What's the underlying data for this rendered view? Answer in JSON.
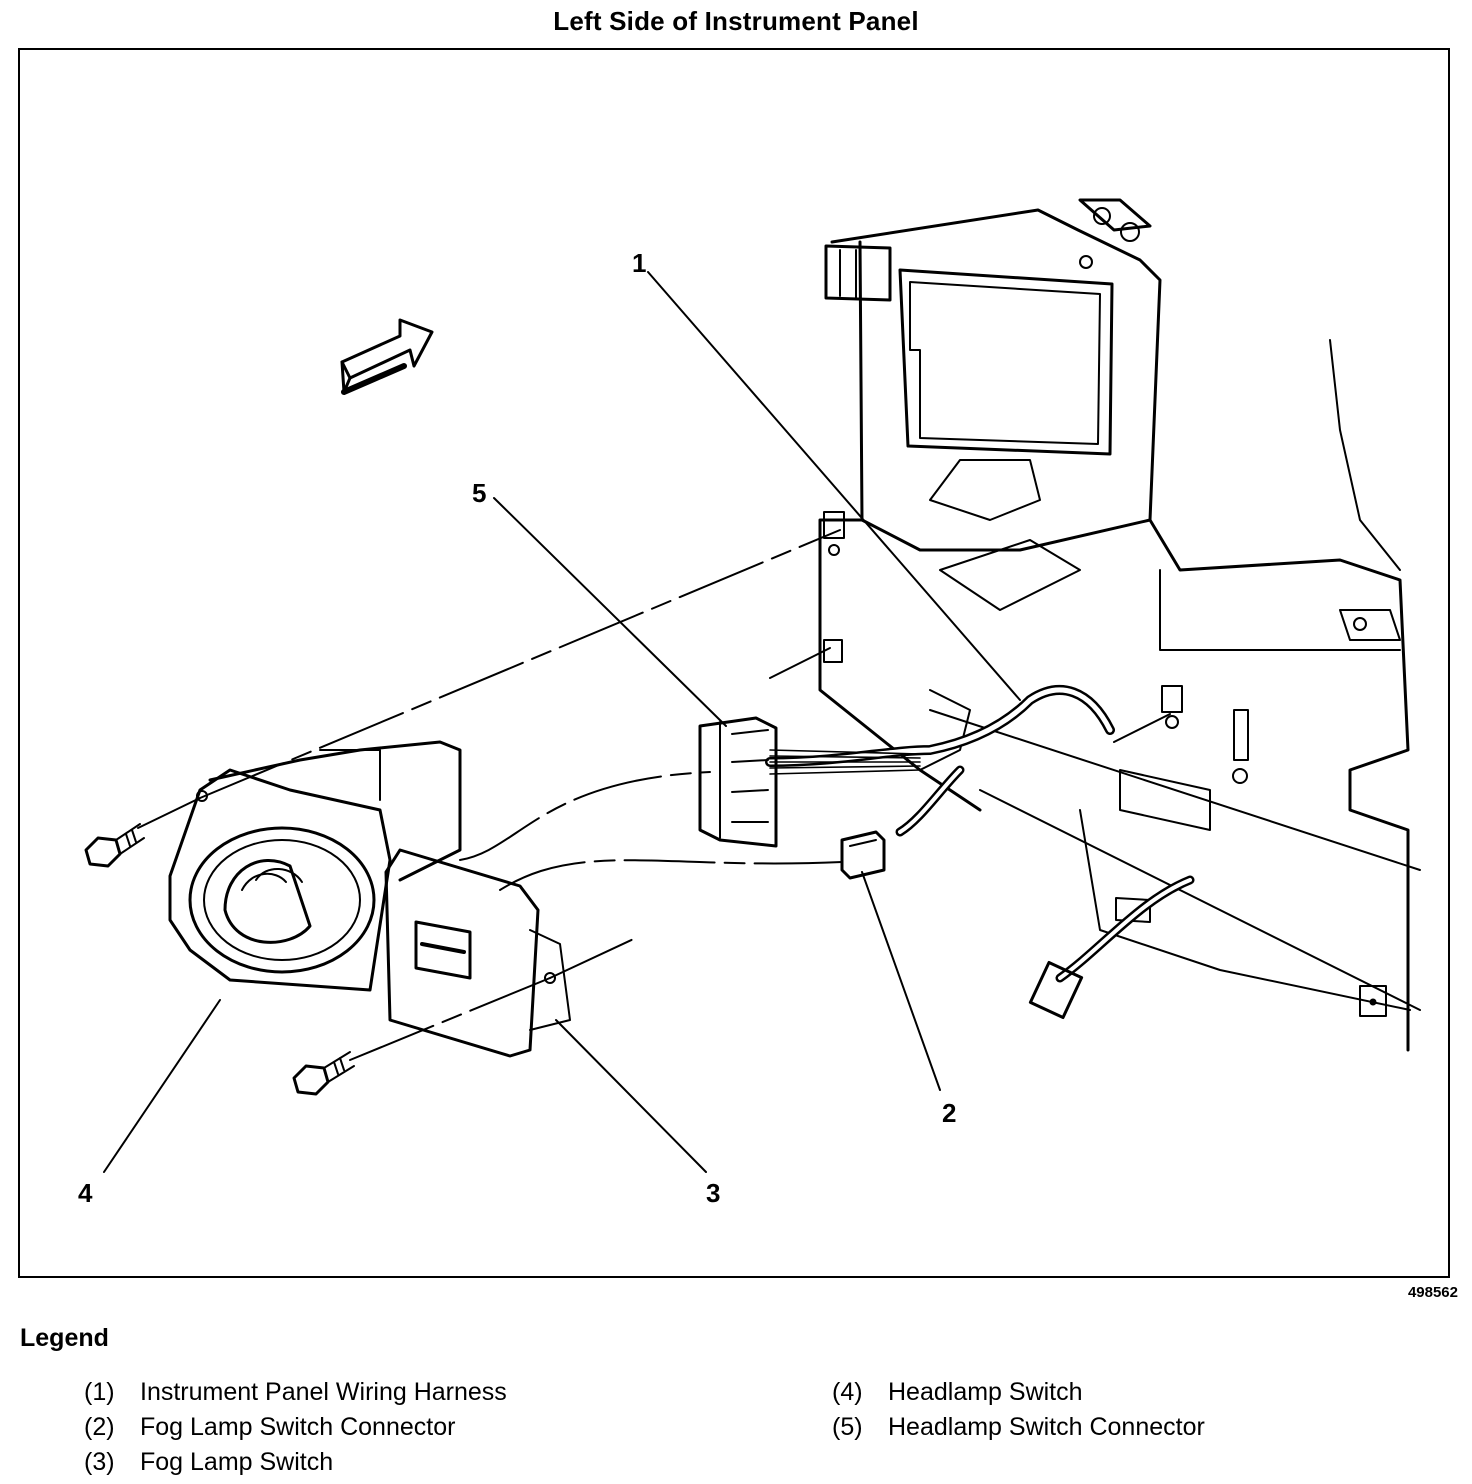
{
  "title": "Left Side of Instrument Panel",
  "figure_id": "498562",
  "callouts": [
    "1",
    "2",
    "3",
    "4",
    "5"
  ],
  "legend": {
    "heading": "Legend",
    "items": [
      {
        "num": "(1)",
        "label": "Instrument Panel Wiring Harness"
      },
      {
        "num": "(2)",
        "label": "Fog Lamp Switch Connector"
      },
      {
        "num": "(3)",
        "label": "Fog Lamp Switch"
      },
      {
        "num": "(4)",
        "label": "Headlamp Switch"
      },
      {
        "num": "(5)",
        "label": "Headlamp Switch Connector"
      }
    ]
  }
}
